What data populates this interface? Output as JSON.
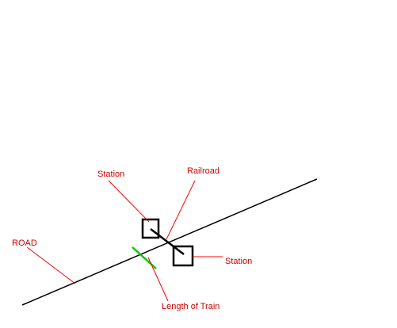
{
  "labels": {
    "station_top": "Station",
    "railroad": "Railroad",
    "road": "ROAD",
    "station_right": "Station",
    "length_of_train": "Length of Train"
  },
  "colors": {
    "background": "#ffffff",
    "road": "#000000",
    "railroad": "#000000",
    "station_outline": "#000000",
    "leader_lines": "#ff0000",
    "label_text": "#cc0000",
    "train_marker": "#00cc00"
  }
}
